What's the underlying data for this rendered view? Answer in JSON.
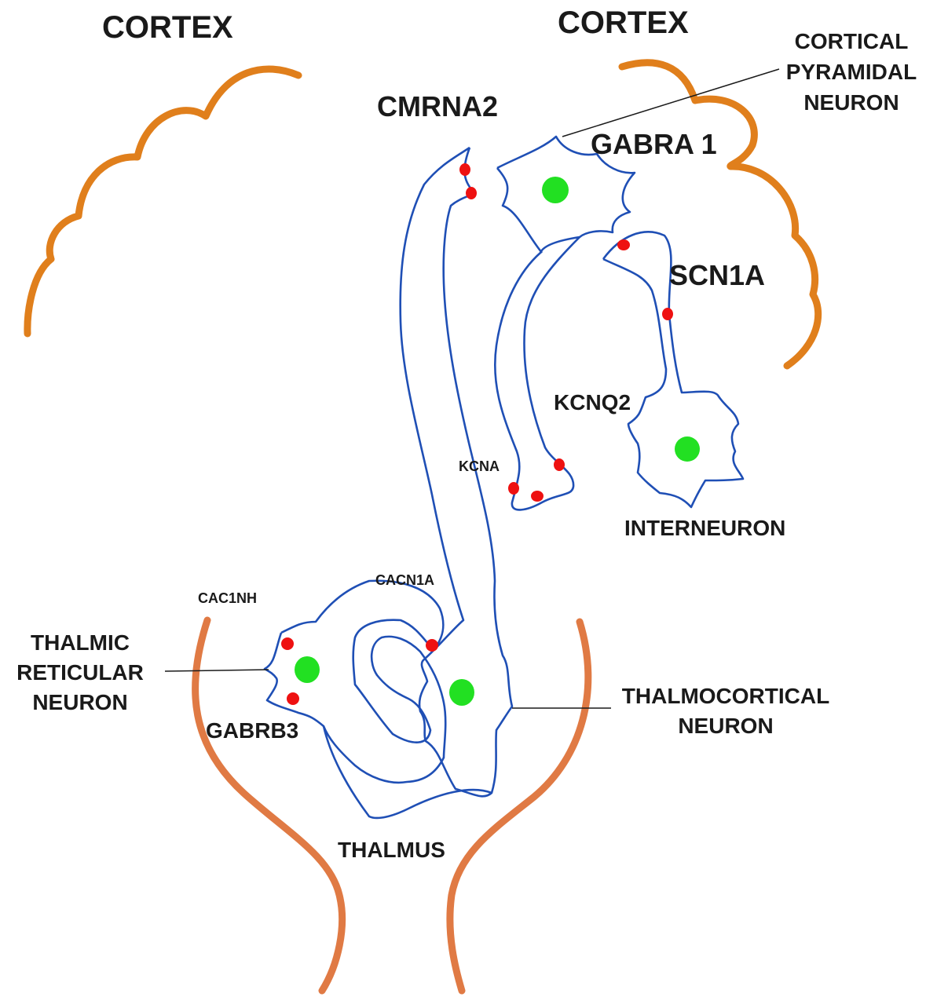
{
  "colors": {
    "cortex": "#e07f1c",
    "thalamus": "#e07a44",
    "neuron_outline": "#1f4fb5",
    "nucleus": "#22e022",
    "channel": "#ee1111",
    "text": "#1a1a1a"
  },
  "labels": {
    "cortex_left": "CORTEX",
    "cortex_right": "CORTEX",
    "cortical_pyramidal_line1": "CORTICAL",
    "cortical_pyramidal_line2": "PYRAMIDAL",
    "cortical_pyramidal_line3": "NEURON",
    "cmrna2": "CMRNA2",
    "gabra1": "GABRA 1",
    "scn1a": "SCN1A",
    "kcnq2": "KCNQ2",
    "kcna": "KCNA",
    "interneuron": "INTERNEURON",
    "cacn1a": "CACN1A",
    "cac1nh": "CAC1NH",
    "thalamic_reticular_line1": "THALMIC",
    "thalamic_reticular_line2": "RETICULAR",
    "thalamic_reticular_line3": "NEURON",
    "gabrb3": "GABRB3",
    "thalmocortical_line1": "THALMOCORTICAL",
    "thalmocortical_line2": "NEURON",
    "thalmus": "THALMUS"
  }
}
